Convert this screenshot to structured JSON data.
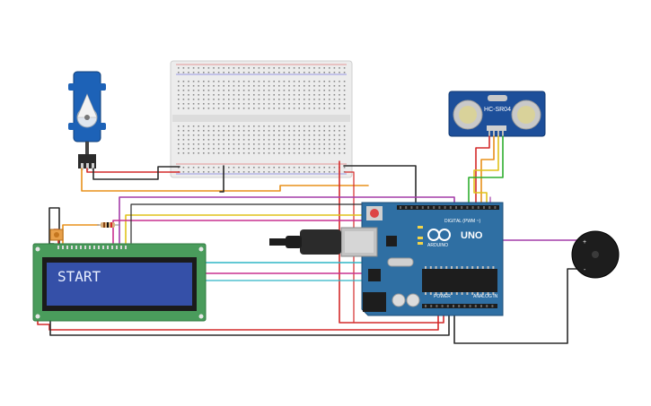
{
  "lcd": {
    "text": "START"
  },
  "sensor": {
    "model": "HC-SR04"
  },
  "arduino": {
    "logo": "UNO",
    "brand": "ARDUINO",
    "digital_label": "DIGITAL (PWM ~)",
    "power_label": "POWER",
    "analog_label": "ANALOG IN"
  },
  "buzzer": {
    "plus": "+",
    "minus": "-"
  },
  "colors": {
    "wire_red": "#d42a2a",
    "wire_black": "#2b2b2b",
    "wire_orange": "#e8901a",
    "wire_yellow": "#e0c21a",
    "wire_green": "#2fae2f",
    "wire_purple": "#a43ca8",
    "wire_magenta": "#c9308f",
    "wire_cyan": "#2fb5c5",
    "board_blue": "#2f6fa3",
    "lcd_green": "#4a9c5c",
    "lcd_screen": "#3550a8"
  }
}
